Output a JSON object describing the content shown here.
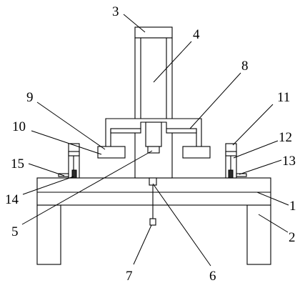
{
  "figure": {
    "background": "#ffffff",
    "line_color": "#000000",
    "labels": [
      "1",
      "2",
      "3",
      "4",
      "5",
      "6",
      "7",
      "8",
      "9",
      "10",
      "11",
      "12",
      "13",
      "14",
      "15"
    ]
  }
}
